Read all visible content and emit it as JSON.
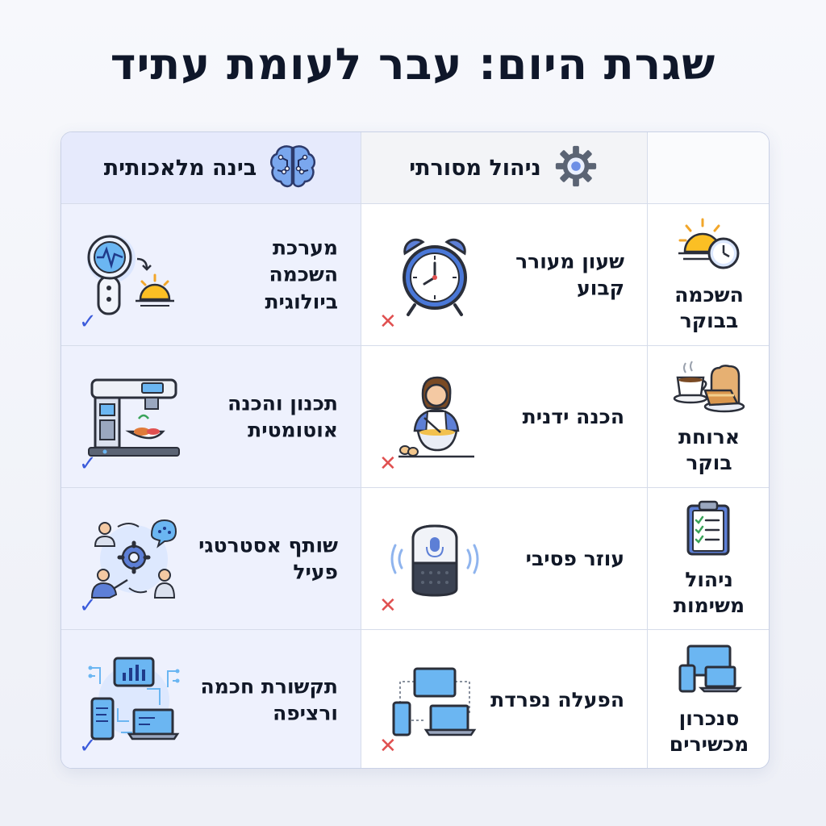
{
  "title": "שגרת היום: עבר לעומת עתיד",
  "headers": {
    "traditional": "ניהול מסורתי",
    "traditional_icon": "gear-icon",
    "ai": "בינה מלאכותית",
    "ai_icon": "brain-icon"
  },
  "rows": [
    {
      "category": "השכמה בבוקר",
      "category_icon": "sunrise-clock-icon",
      "traditional": "שעון מעורר קבוע",
      "traditional_icon": "alarm-clock-icon",
      "ai": "מערכת השכמה ביולוגית",
      "ai_icon": "biometric-wake-icon"
    },
    {
      "category": "ארוחת בוקר",
      "category_icon": "coffee-toast-icon",
      "traditional": "הכנה ידנית",
      "traditional_icon": "person-cooking-icon",
      "ai": "תכנון והכנה אוטומטית",
      "ai_icon": "smart-kitchen-machine-icon"
    },
    {
      "category": "ניהול משימות",
      "category_icon": "checklist-clipboard-icon",
      "traditional": "עוזר פסיבי",
      "traditional_icon": "smart-speaker-icon",
      "ai": "שותף אסטרטגי פעיל",
      "ai_icon": "team-collaboration-icon"
    },
    {
      "category": "סנכרון מכשירים",
      "category_icon": "devices-icon",
      "traditional": "הפעלה נפרדת",
      "traditional_icon": "separate-devices-icon",
      "ai": "תקשורת חכמה ורציפה",
      "ai_icon": "connected-devices-icon"
    }
  ],
  "marks": {
    "cross": "✕",
    "check": "✓"
  },
  "colors": {
    "accent": "#3b5bdb",
    "cross": "#e05050",
    "ai_column": "#eef1fd",
    "border": "#c9d1e6"
  }
}
